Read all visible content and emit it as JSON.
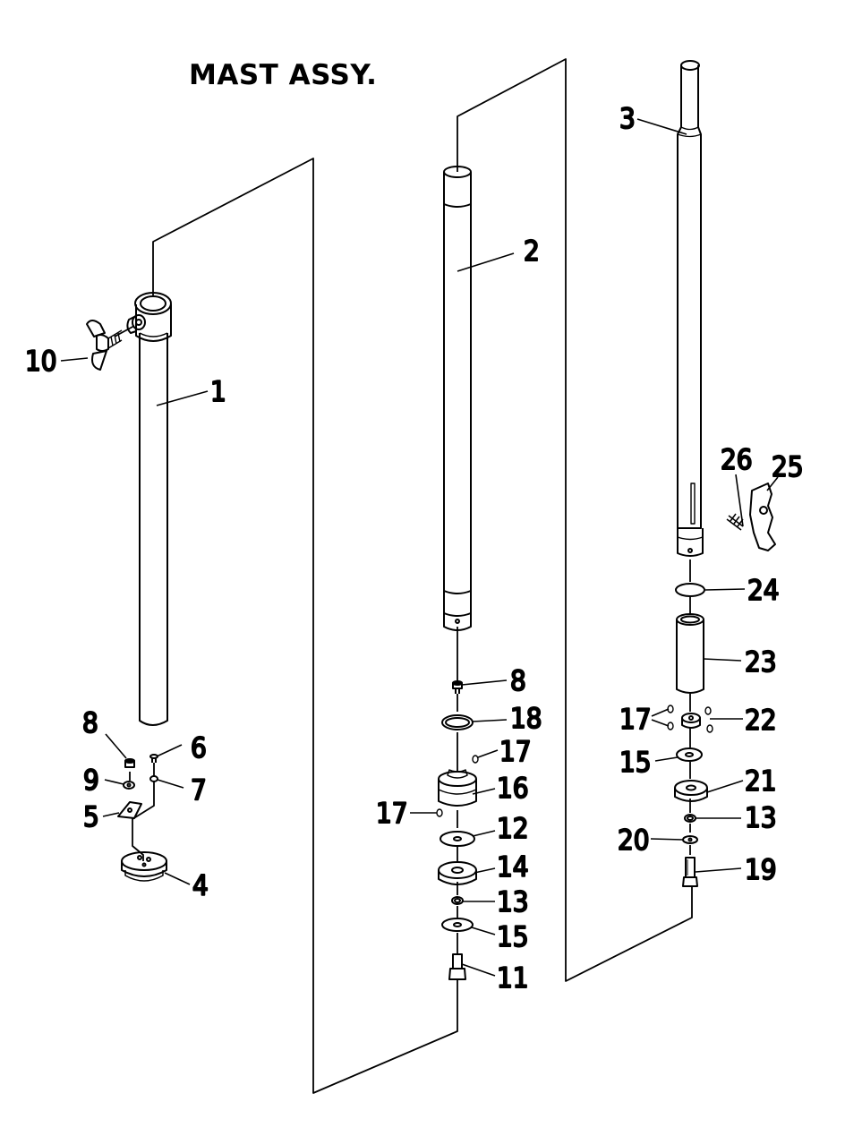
{
  "title": "MAST ASSY.",
  "callouts": [
    {
      "id": "c1",
      "text": "1"
    },
    {
      "id": "c2",
      "text": "2"
    },
    {
      "id": "c3",
      "text": "3"
    },
    {
      "id": "c4",
      "text": "4"
    },
    {
      "id": "c5",
      "text": "5"
    },
    {
      "id": "c6",
      "text": "6"
    },
    {
      "id": "c7",
      "text": "7"
    },
    {
      "id": "c8a",
      "text": "8"
    },
    {
      "id": "c8b",
      "text": "8"
    },
    {
      "id": "c9",
      "text": "9"
    },
    {
      "id": "c10",
      "text": "10"
    },
    {
      "id": "c11",
      "text": "11"
    },
    {
      "id": "c12",
      "text": "12"
    },
    {
      "id": "c13a",
      "text": "13"
    },
    {
      "id": "c13b",
      "text": "13"
    },
    {
      "id": "c14",
      "text": "14"
    },
    {
      "id": "c15a",
      "text": "15"
    },
    {
      "id": "c15b",
      "text": "15"
    },
    {
      "id": "c16",
      "text": "16"
    },
    {
      "id": "c17a",
      "text": "17"
    },
    {
      "id": "c17b",
      "text": "17"
    },
    {
      "id": "c17c",
      "text": "17"
    },
    {
      "id": "c18",
      "text": "18"
    },
    {
      "id": "c19",
      "text": "19"
    },
    {
      "id": "c20",
      "text": "20"
    },
    {
      "id": "c21",
      "text": "21"
    },
    {
      "id": "c22",
      "text": "22"
    },
    {
      "id": "c23",
      "text": "23"
    },
    {
      "id": "c24",
      "text": "24"
    },
    {
      "id": "c25",
      "text": "25"
    },
    {
      "id": "c26",
      "text": "26"
    }
  ]
}
